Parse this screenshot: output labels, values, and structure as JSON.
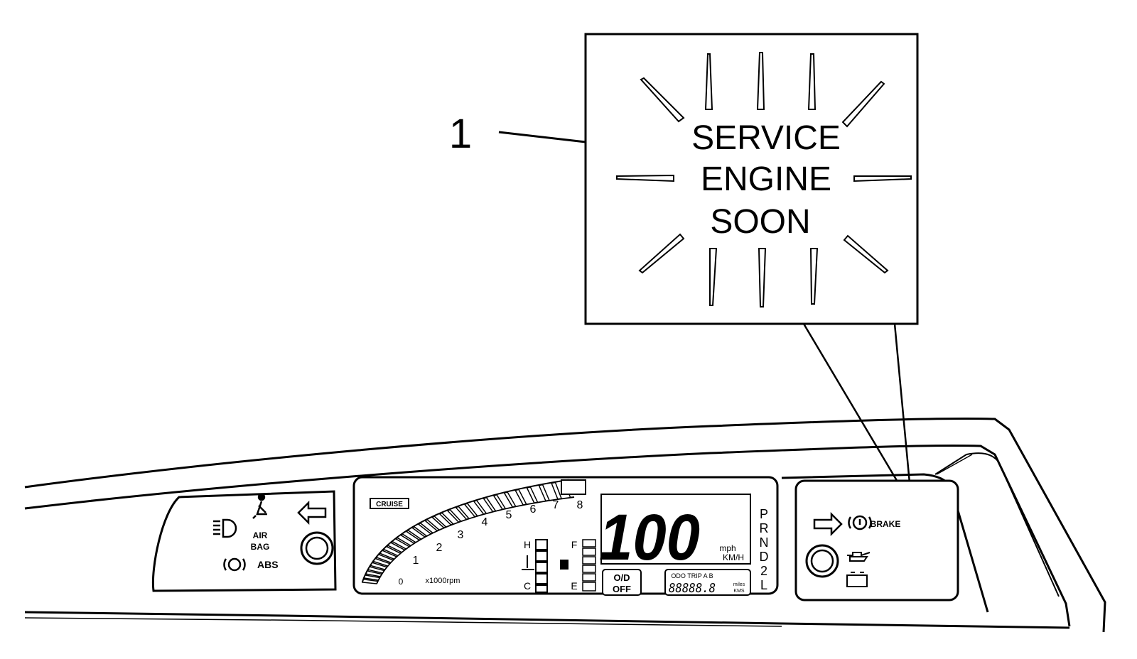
{
  "callout": {
    "number": "1",
    "lines": [
      "SERVICE",
      "ENGINE",
      "SOON"
    ]
  },
  "left_pod": {
    "airbag_line1": "AIR",
    "airbag_line2": "BAG",
    "abs": "ABS"
  },
  "center_cluster": {
    "cruise": "CRUISE",
    "tach_scale": [
      "0",
      "1",
      "2",
      "3",
      "4",
      "5",
      "6",
      "7",
      "8"
    ],
    "tach_unit": "x1000rpm",
    "temp_hot": "H",
    "temp_cold": "C",
    "fuel_full": "F",
    "fuel_empty": "E",
    "speed": "100",
    "speed_unit_top": "mph",
    "speed_unit_bottom": "KM/H",
    "od_line1": "O/D",
    "od_line2": "OFF",
    "trip_label": "ODO TRIP A B",
    "odometer": "88888.8",
    "odo_unit_top": "miles",
    "odo_unit_bottom": "KMS",
    "gears": [
      "P",
      "R",
      "N",
      "D",
      "2",
      "L"
    ]
  },
  "right_pod": {
    "brake": "BRAKE"
  },
  "icons": [
    "headlamp-icon",
    "seatbelt-icon",
    "left-turn-arrow-icon",
    "knob-icon",
    "abs-icon",
    "right-turn-arrow-icon",
    "brake-circle-icon",
    "oil-can-icon",
    "battery-icon",
    "fuel-pump-icon",
    "thermometer-icon"
  ]
}
